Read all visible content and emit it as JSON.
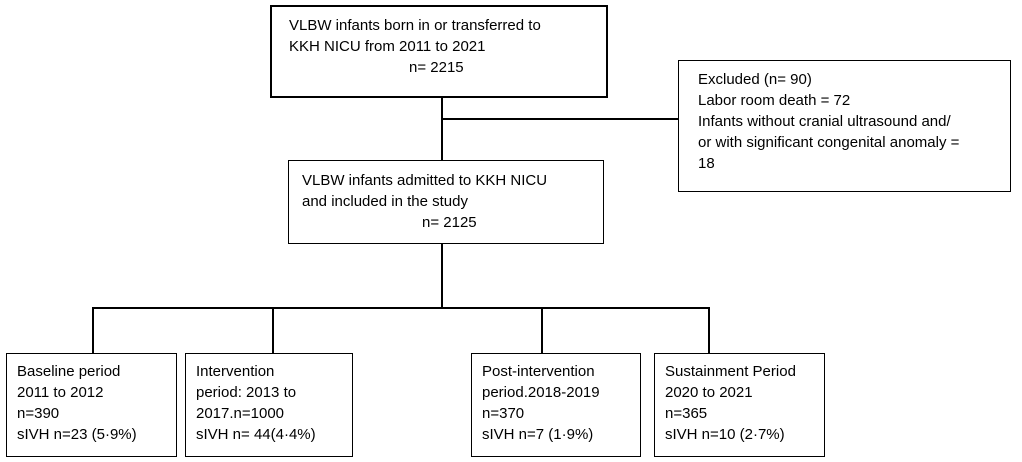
{
  "top_box": {
    "line1": "VLBW infants born in or transferred to",
    "line2": "KKH NICU from 2011 to 2021",
    "line3": "n= 2215"
  },
  "excluded_box": {
    "line1": "Excluded (n= 90)",
    "line2": "Labor room death = 72",
    "line3": "Infants without cranial ultrasound  and/",
    "line4": "or with significant congenital anomaly =",
    "line5": "18"
  },
  "included_box": {
    "line1": "VLBW infants admitted to KKH NICU",
    "line2": "and included in the study",
    "line3": "n= 2125"
  },
  "periods": [
    {
      "line1": "Baseline period",
      "line2": "2011 to 2012",
      "line3": "n=390",
      "line4": "sIVH n=23 (5·9%)"
    },
    {
      "line1": "Intervention",
      "line2": "period: 2013 to",
      "line3": "2017.n=1000",
      "line4": "sIVH n= 44(4·4%)"
    },
    {
      "line1": "Post-intervention",
      "line2": "period.2018-2019",
      "line3": "n=370",
      "line4": "sIVH n=7 (1·9%)"
    },
    {
      "line1": "Sustainment Period",
      "line2": "2020 to 2021",
      "line3": "n=365",
      "line4": "sIVH n=10 (2·7%)"
    }
  ]
}
